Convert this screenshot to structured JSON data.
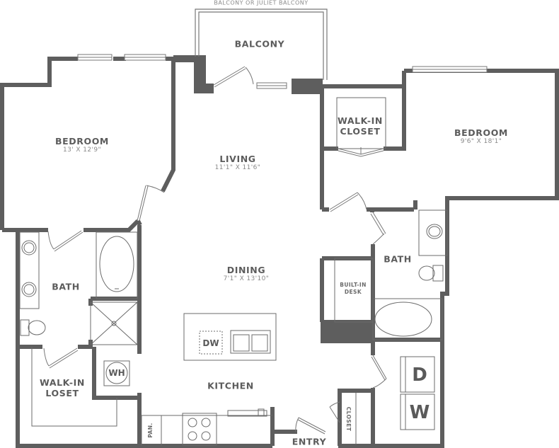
{
  "colors": {
    "wall": "#5e5e5e",
    "fixture_line": "#6b6b6b",
    "label": "#5c5c5c",
    "dimension": "#8a8a8a",
    "background": "#ffffff"
  },
  "annotations": {
    "balcony_note": "BALCONY OR JULIET BALCONY"
  },
  "rooms": {
    "balcony": {
      "name": "BALCONY"
    },
    "bedroom_left": {
      "name": "BEDROOM",
      "dims": "13' X 12'9\""
    },
    "living": {
      "name": "LIVING",
      "dims": "11'1\" X 11'6\""
    },
    "walkin_closet_right": {
      "name_line1": "WALK-IN",
      "name_line2": "CLOSET"
    },
    "bedroom_right": {
      "name": "BEDROOM",
      "dims": "9'6\" X 18'1\""
    },
    "dining": {
      "name": "DINING",
      "dims": "7'1\" X 13'10\""
    },
    "bath_left": {
      "name": "BATH"
    },
    "bath_right": {
      "name": "BATH"
    },
    "builtin_desk": {
      "name_line1": "BUILT-IN",
      "name_line2": "DESK"
    },
    "walkin_closet_left": {
      "name_line1": "WALK-IN",
      "name_line2": "LOSET"
    },
    "kitchen": {
      "name": "KITCHEN"
    },
    "pantry": {
      "name": "PAN."
    },
    "closet_entry": {
      "name": "CLOSET"
    },
    "entry": {
      "name": "ENTRY"
    }
  },
  "fixtures": {
    "water_heater": "WH",
    "dishwasher": "DW",
    "dryer": "D",
    "washer": "W"
  }
}
